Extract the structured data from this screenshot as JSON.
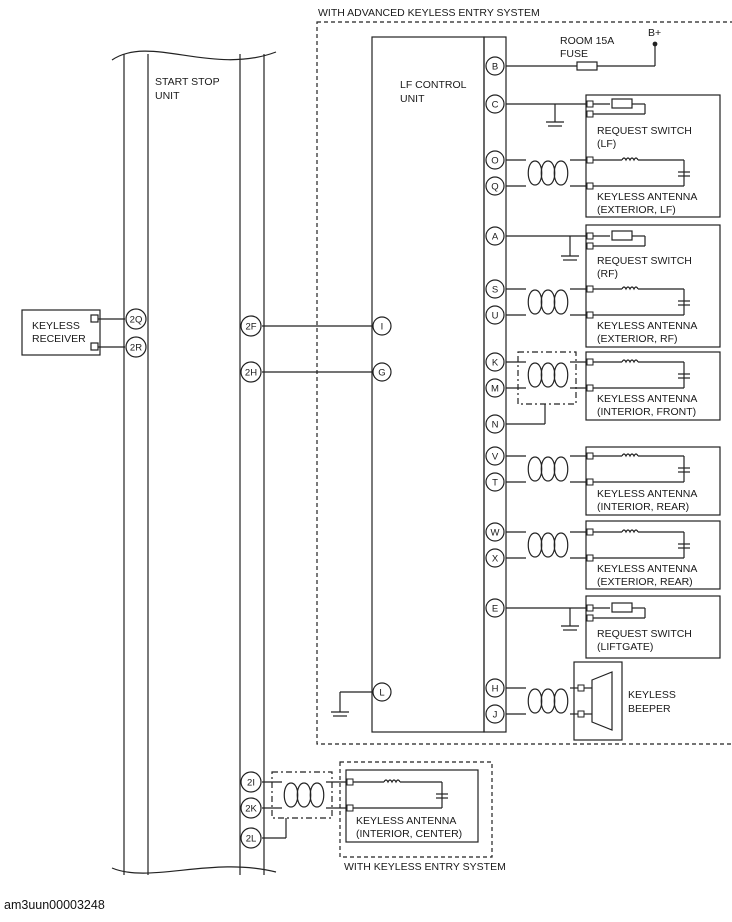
{
  "caption": "am3uun00003248",
  "labels": {
    "advanced_system": "WITH ADVANCED KEYLESS ENTRY SYSTEM",
    "keyless_system": "WITH KEYLESS ENTRY SYSTEM",
    "start_stop_1": "START STOP",
    "start_stop_2": "UNIT",
    "lf_control_1": "LF CONTROL",
    "lf_control_2": "UNIT",
    "keyless_receiver_1": "KEYLESS",
    "keyless_receiver_2": "RECEIVER",
    "fuse_1": "ROOM 15A",
    "fuse_2": "FUSE",
    "battery": "B+",
    "req_lf_1": "REQUEST SWITCH",
    "req_lf_2": "(LF)",
    "ant_ext_lf_1": "KEYLESS ANTENNA",
    "ant_ext_lf_2": "(EXTERIOR, LF)",
    "req_rf_1": "REQUEST SWITCH",
    "req_rf_2": "(RF)",
    "ant_ext_rf_1": "KEYLESS ANTENNA",
    "ant_ext_rf_2": "(EXTERIOR, RF)",
    "ant_int_front_1": "KEYLESS ANTENNA",
    "ant_int_front_2": "(INTERIOR, FRONT)",
    "ant_int_rear_1": "KEYLESS ANTENNA",
    "ant_int_rear_2": "(INTERIOR, REAR)",
    "ant_ext_rear_1": "KEYLESS ANTENNA",
    "ant_ext_rear_2": "(EXTERIOR, REAR)",
    "req_liftgate_1": "REQUEST SWITCH",
    "req_liftgate_2": "(LIFTGATE)",
    "beeper_1": "KEYLESS",
    "beeper_2": "BEEPER",
    "ant_int_center_1": "KEYLESS ANTENNA",
    "ant_int_center_2": "(INTERIOR, CENTER)"
  },
  "pins": {
    "B": "B",
    "C": "C",
    "O": "O",
    "Q": "Q",
    "A": "A",
    "S": "S",
    "U": "U",
    "K": "K",
    "M": "M",
    "N": "N",
    "V": "V",
    "T": "T",
    "W": "W",
    "X": "X",
    "E": "E",
    "H": "H",
    "J": "J",
    "I": "I",
    "G": "G",
    "L": "L",
    "p2Q": "2Q",
    "p2R": "2R",
    "p2F": "2F",
    "p2H": "2H",
    "p2I": "2I",
    "p2K": "2K",
    "p2L": "2L"
  }
}
